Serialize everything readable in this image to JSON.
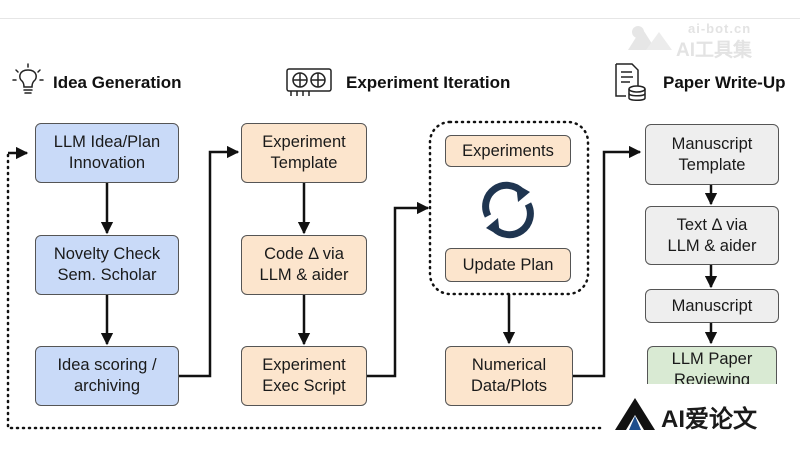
{
  "watermark": {
    "line1": "ai-bot.cn",
    "line2": "AI工具集"
  },
  "sections": {
    "idea": "Idea Generation",
    "experiment": "Experiment Iteration",
    "paper": "Paper Write-Up"
  },
  "boxes": {
    "llm_idea": "LLM Idea/Plan\nInnovation",
    "novelty": "Novelty Check\nSem. Scholar",
    "scoring": "Idea scoring /\narchiving",
    "exp_template": "Experiment\nTemplate",
    "code_delta": "Code Δ via\nLLM & aider",
    "exec_script": "Experiment\nExec Script",
    "experiments": "Experiments",
    "update_plan": "Update Plan",
    "numerical": "Numerical\nData/Plots",
    "manuscript_template": "Manuscript\nTemplate",
    "text_delta": "Text Δ via\nLLM & aider",
    "manuscript": "Manuscript",
    "llm_paper": "LLM Paper\nReviewing"
  },
  "brand": {
    "label": "AI爱论文"
  },
  "colors": {
    "idea": "#c9daf8",
    "experiment": "#fce5cd",
    "paper": "#eeeeee",
    "review": "#d9ead3",
    "logo_accent": "#1f4e8c"
  }
}
